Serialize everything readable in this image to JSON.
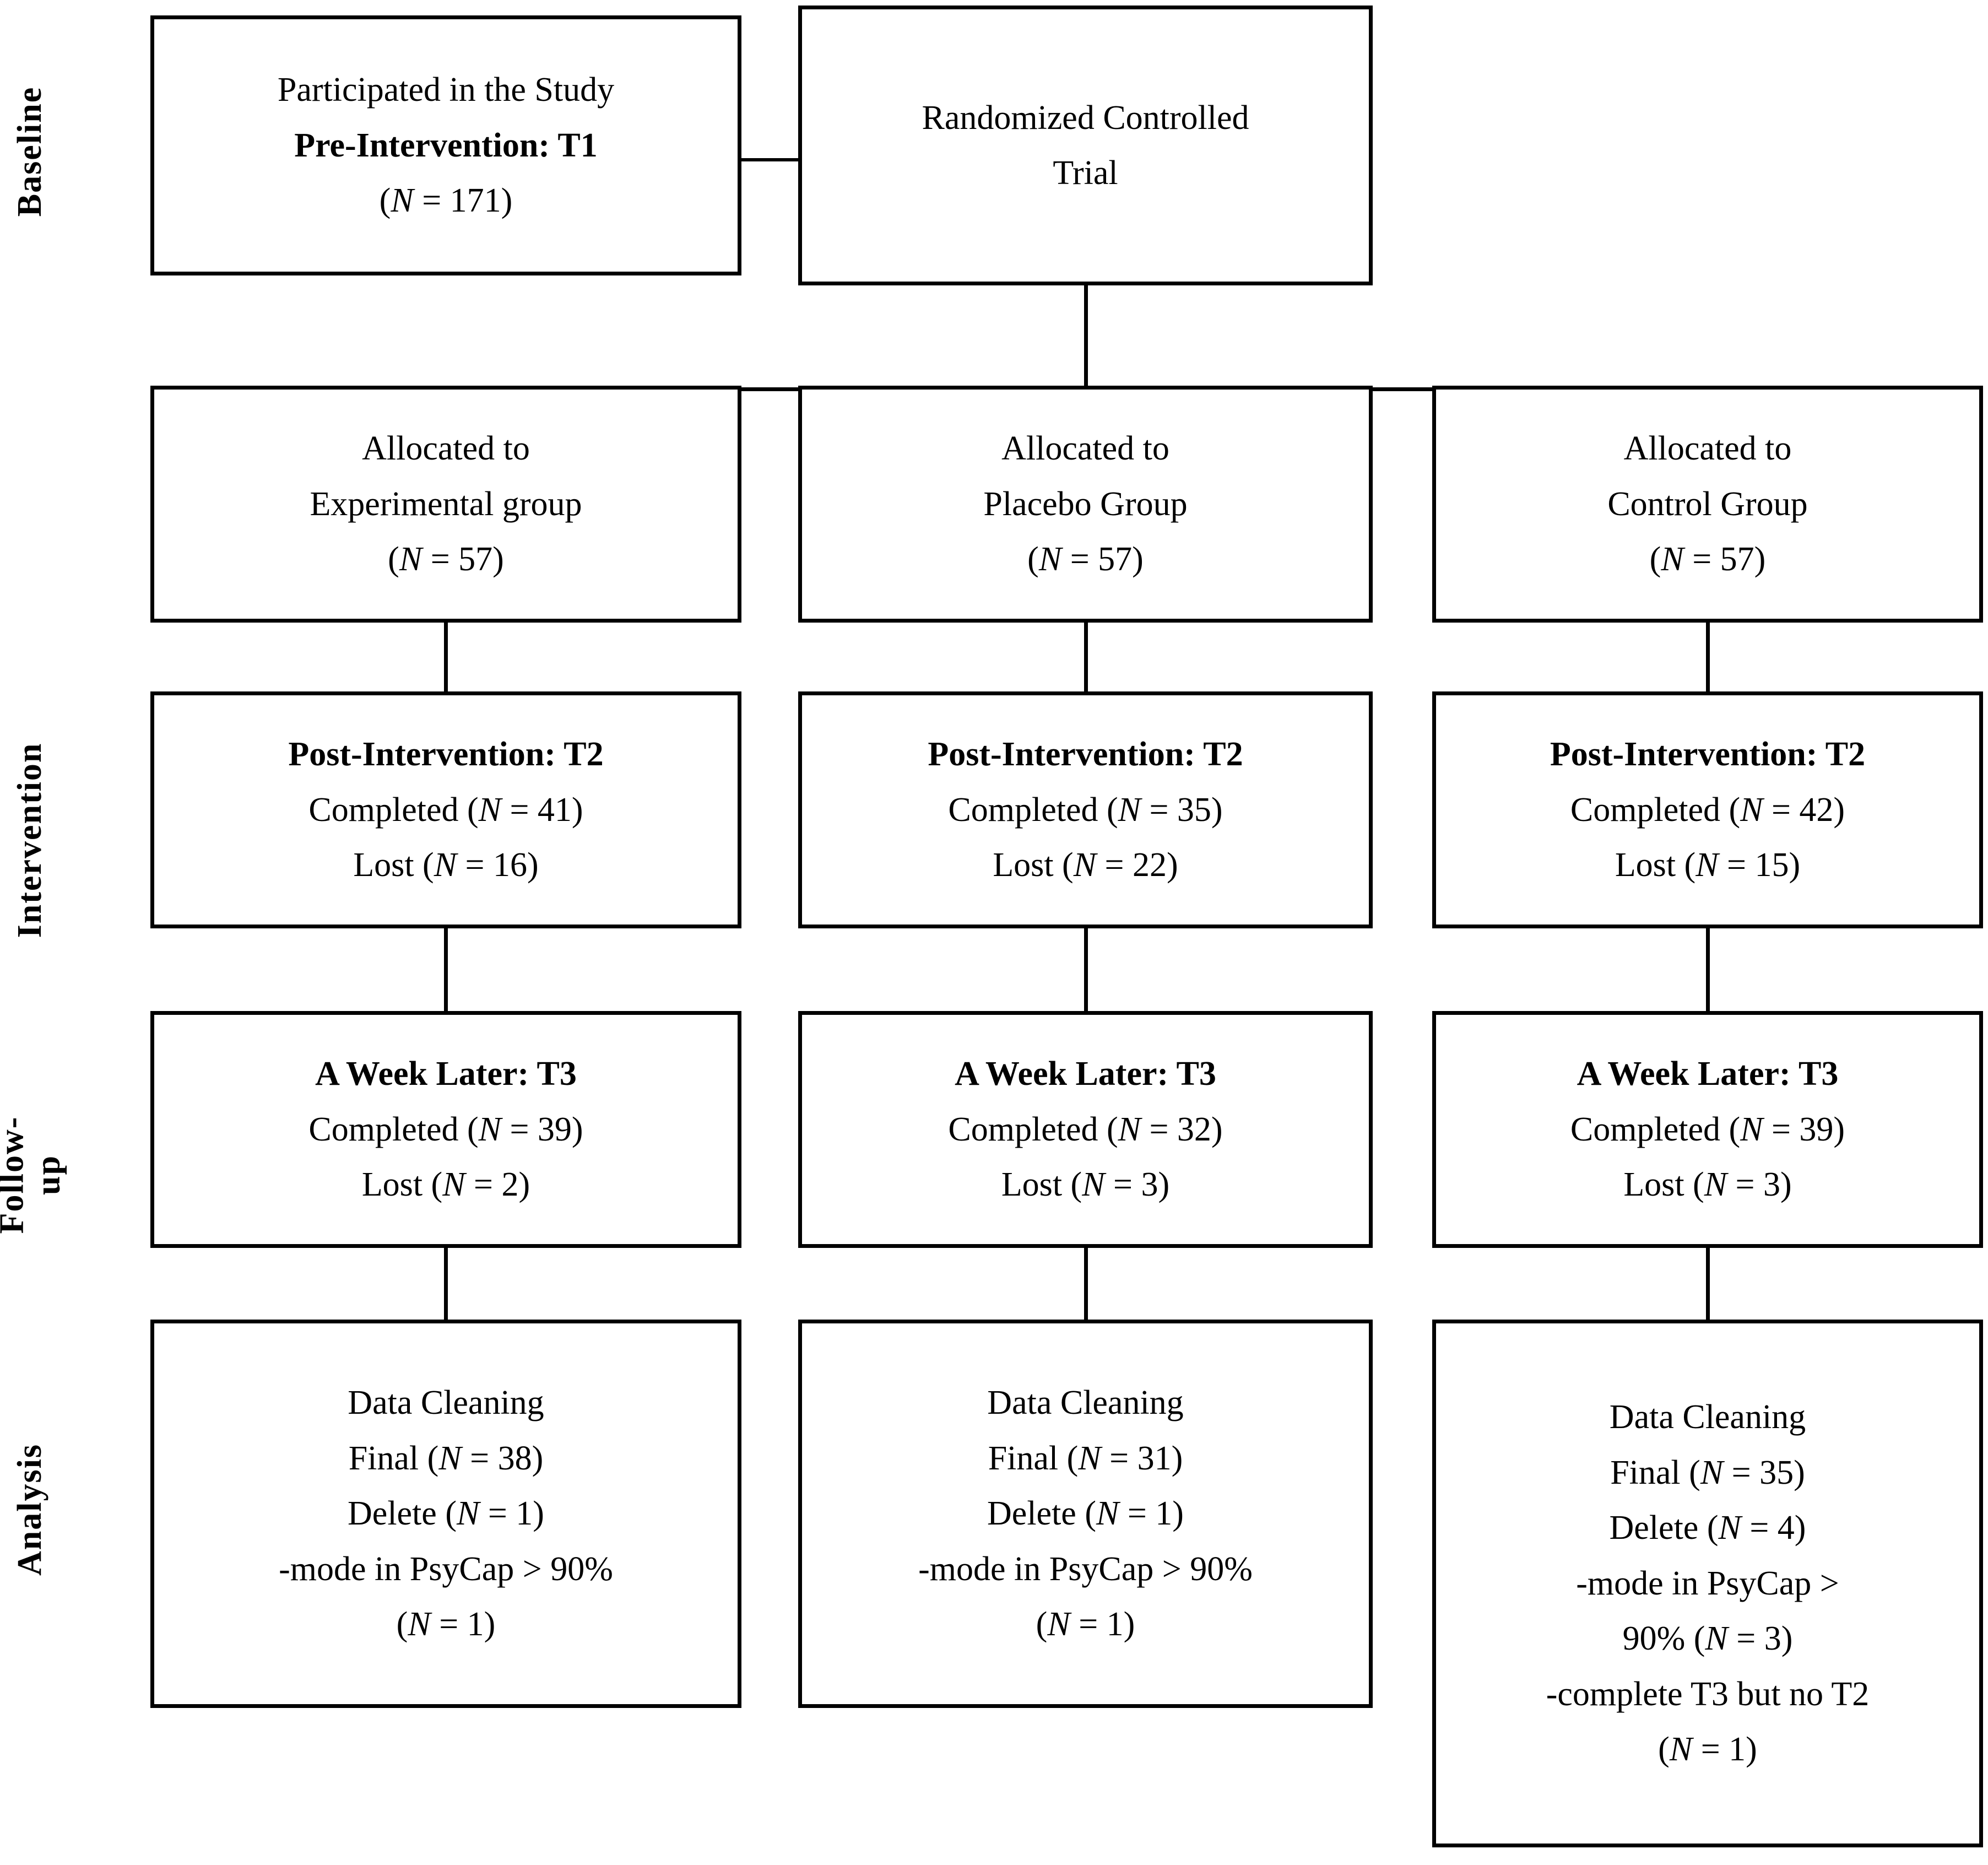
{
  "diagram": {
    "title": "CONSORT participant flow diagram",
    "stage_labels": [
      {
        "id": "baseline",
        "text": "Baseline"
      },
      {
        "id": "intervention",
        "text": "Intervention"
      },
      {
        "id": "follow-up",
        "text": "Follow-\nup"
      },
      {
        "id": "analysis",
        "text": "Analysis"
      }
    ],
    "baseline": {
      "participants_box": {
        "lines": [
          {
            "text": "Participated in the Study",
            "bold": false
          },
          {
            "text": "Pre-Intervention: T1",
            "bold": true
          },
          {
            "text": "(N = 171)",
            "bold": false
          }
        ]
      },
      "randomization_box": {
        "lines": [
          {
            "text": "Randomized Controlled",
            "bold": false
          },
          {
            "text": "Trial",
            "bold": false
          }
        ]
      }
    },
    "arms": [
      {
        "id": "experimental",
        "allocation": {
          "lines": [
            {
              "text": "Allocated to",
              "bold": false
            },
            {
              "text": "Experimental group",
              "bold": false
            },
            {
              "text": "(N = 57)",
              "bold": false
            }
          ]
        },
        "post_intervention": {
          "lines": [
            {
              "text": "Post-Intervention: T2",
              "bold": true
            },
            {
              "text": "Completed (N = 41)",
              "bold": false
            },
            {
              "text": "Lost (N = 16)",
              "bold": false
            }
          ]
        },
        "follow_up": {
          "lines": [
            {
              "text": "A Week Later: T3",
              "bold": true
            },
            {
              "text": "Completed (N = 39)",
              "bold": false
            },
            {
              "text": "Lost (N = 2)",
              "bold": false
            }
          ]
        },
        "analysis": {
          "lines": [
            {
              "text": "Data Cleaning",
              "bold": false
            },
            {
              "text": "Final (N = 38)",
              "bold": false
            },
            {
              "text": "Delete (N = 1)",
              "bold": false
            },
            {
              "text": "-mode in PsyCap > 90%",
              "bold": false
            },
            {
              "text": "(N = 1)",
              "bold": false
            }
          ]
        }
      },
      {
        "id": "placebo",
        "allocation": {
          "lines": [
            {
              "text": "Allocated to",
              "bold": false
            },
            {
              "text": "Placebo Group",
              "bold": false
            },
            {
              "text": "(N = 57)",
              "bold": false
            }
          ]
        },
        "post_intervention": {
          "lines": [
            {
              "text": "Post-Intervention: T2",
              "bold": true
            },
            {
              "text": "Completed (N = 35)",
              "bold": false
            },
            {
              "text": "Lost (N = 22)",
              "bold": false
            }
          ]
        },
        "follow_up": {
          "lines": [
            {
              "text": "A Week Later: T3",
              "bold": true
            },
            {
              "text": "Completed (N = 32)",
              "bold": false
            },
            {
              "text": "Lost (N = 3)",
              "bold": false
            }
          ]
        },
        "analysis": {
          "lines": [
            {
              "text": "Data Cleaning",
              "bold": false
            },
            {
              "text": "Final (N = 31)",
              "bold": false
            },
            {
              "text": "Delete (N = 1)",
              "bold": false
            },
            {
              "text": "-mode in PsyCap > 90%",
              "bold": false
            },
            {
              "text": "(N = 1)",
              "bold": false
            }
          ]
        }
      },
      {
        "id": "control",
        "allocation": {
          "lines": [
            {
              "text": "Allocated to",
              "bold": false
            },
            {
              "text": "Control Group",
              "bold": false
            },
            {
              "text": "(N = 57)",
              "bold": false
            }
          ]
        },
        "post_intervention": {
          "lines": [
            {
              "text": "Post-Intervention: T2",
              "bold": true
            },
            {
              "text": "Completed (N = 42)",
              "bold": false
            },
            {
              "text": "Lost (N = 15)",
              "bold": false
            }
          ]
        },
        "follow_up": {
          "lines": [
            {
              "text": "A Week Later: T3",
              "bold": true
            },
            {
              "text": "Completed (N = 39)",
              "bold": false
            },
            {
              "text": "Lost (N = 3)",
              "bold": false
            }
          ]
        },
        "analysis": {
          "lines": [
            {
              "text": "Data Cleaning",
              "bold": false
            },
            {
              "text": "Final (N = 35)",
              "bold": false
            },
            {
              "text": "Delete (N = 4)",
              "bold": false
            },
            {
              "text": "-mode in PsyCap >",
              "bold": false
            },
            {
              "text": "90% (N = 3)",
              "bold": false
            },
            {
              "text": "-complete T3 but no T2",
              "bold": false
            },
            {
              "text": "(N = 1)",
              "bold": false
            }
          ]
        }
      }
    ],
    "colors": {
      "border": "#000000",
      "text": "#000000",
      "background": "#ffffff"
    }
  }
}
